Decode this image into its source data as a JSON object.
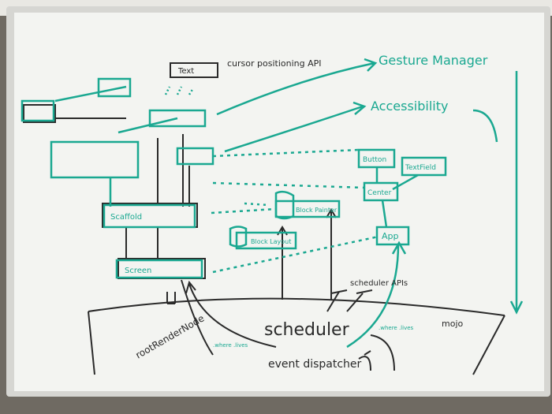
{
  "labels": {
    "cursor": "cursor positioning API",
    "text": "Text",
    "gesture": "Gesture Manager",
    "accessibility": "Accessibility",
    "button": "Button",
    "textfield": "TextField",
    "center": "Center",
    "app": "App",
    "scaffold": "Scaffold",
    "block_painter": "Block Painter",
    "block_layout": "Block Layout",
    "screen": "Screen",
    "scheduler_apis": "scheduler APIs",
    "scheduler": "scheduler",
    "mojo": "mojo",
    "root_render_node": "rootRenderNode",
    "event_dispatcher": "event dispatcher",
    "where_lives_left": ".where .lives",
    "where_lives_right": ".where .lives"
  },
  "colors": {
    "teal": "#1aa891",
    "ink": "#2a2a2a",
    "board": "#f3f4f1",
    "frame": "#d9d9d6",
    "carpet": "#6f6a62"
  }
}
